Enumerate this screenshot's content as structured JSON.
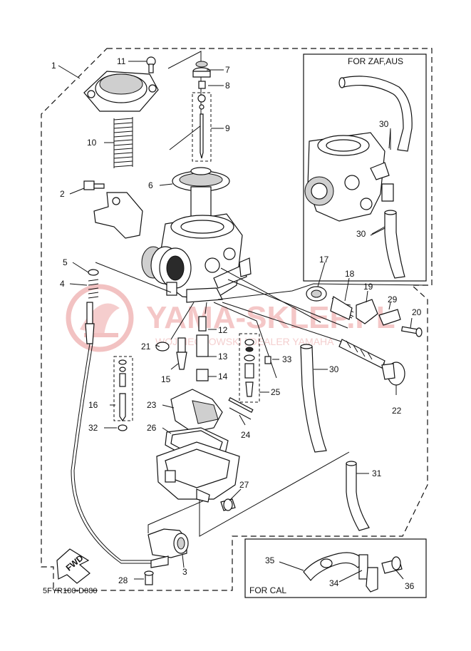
{
  "diagram": {
    "inset_top_title": "FOR ZAF,AUS",
    "inset_bottom_title": "FOR CAL",
    "fwd_label": "FWD",
    "part_code": "5FYR100-D080",
    "watermark_main": "YAMA-SKLEP.PL",
    "watermark_sub": "WOJCIECHOWSKI | DEALER YAMAHA",
    "callouts": [
      "1",
      "2",
      "3",
      "4",
      "5",
      "6",
      "7",
      "8",
      "9",
      "10",
      "11",
      "12",
      "13",
      "14",
      "15",
      "16",
      "17",
      "18",
      "19",
      "20",
      "21",
      "22",
      "23",
      "24",
      "25",
      "26",
      "27",
      "28",
      "29",
      "30",
      "30",
      "30",
      "31",
      "32",
      "33",
      "34",
      "35",
      "36"
    ]
  }
}
